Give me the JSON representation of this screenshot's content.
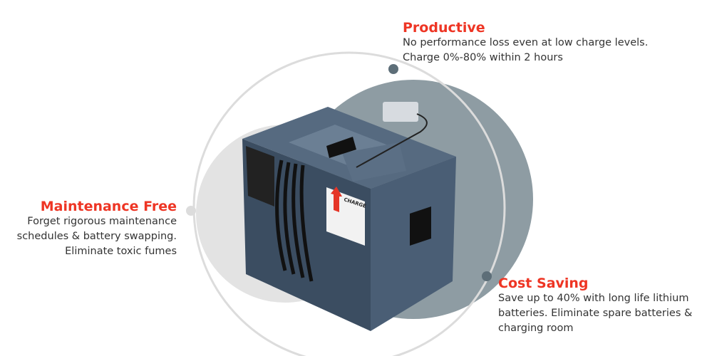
{
  "features": [
    {
      "title": "Productive",
      "lines": [
        "No performance loss even at low charge levels.",
        "Charge 0%-80% within 2 hours"
      ]
    },
    {
      "title": "Maintenance Free",
      "lines": [
        "Forget rigorous maintenance",
        "schedules &  battery swapping.",
        "Eliminate toxic fumes"
      ]
    },
    {
      "title": "Cost Saving",
      "lines": [
        "Save up to 40% with long life lithium",
        "batteries. Eliminate spare batteries &",
        "charging room"
      ]
    }
  ],
  "product": {
    "label_text": "CHARGE"
  },
  "colors": {
    "accent": "#ee3524",
    "circle": "#8e9ca3",
    "battery": "#3f5166"
  }
}
